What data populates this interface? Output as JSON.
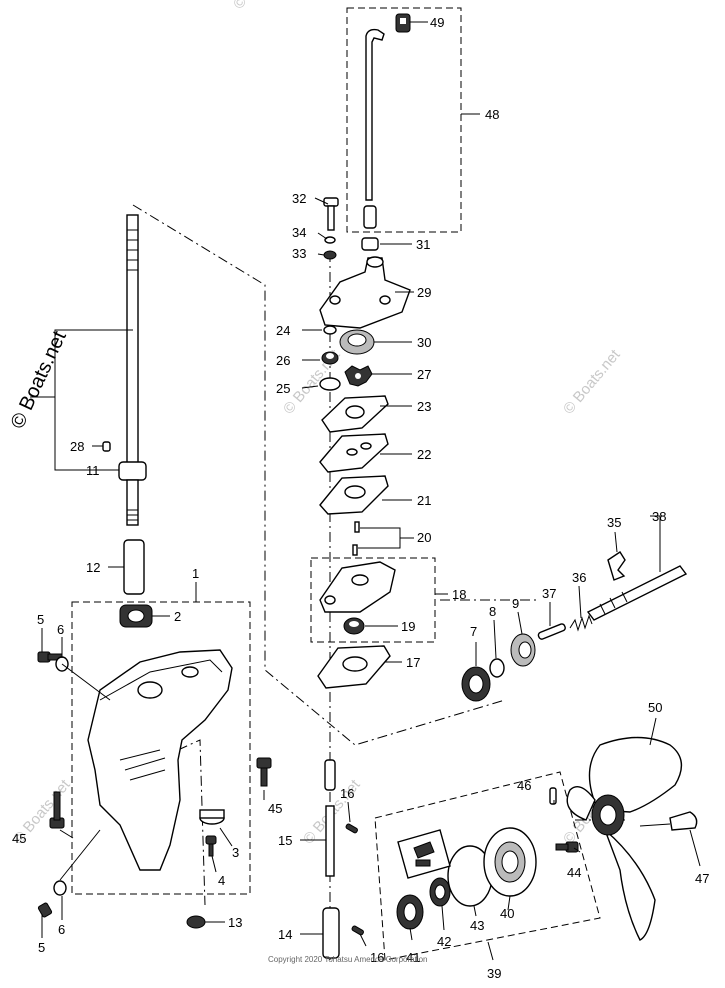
{
  "diagram": {
    "watermark": "© Boats.net",
    "copyright": "Copyright 2020 Tohatsu America Corporation",
    "callouts": {
      "c1": "1",
      "c2": "2",
      "c3": "3",
      "c4": "4",
      "c5a": "5",
      "c5b": "5",
      "c6a": "6",
      "c6b": "6",
      "c7": "7",
      "c8": "8",
      "c9": "9",
      "c11": "11",
      "c12": "12",
      "c13": "13",
      "c14": "14",
      "c15": "15",
      "c16a": "16",
      "c16b": "16",
      "c17": "17",
      "c18": "18",
      "c19": "19",
      "c20": "20",
      "c21": "21",
      "c22": "22",
      "c23": "23",
      "c24": "24",
      "c25": "25",
      "c26": "26",
      "c27": "27",
      "c28": "28",
      "c29": "29",
      "c30": "30",
      "c31": "31",
      "c32": "32",
      "c33": "33",
      "c34": "34",
      "c35": "35",
      "c36": "36",
      "c37": "37",
      "c38": "38",
      "c39": "39",
      "c40": "40",
      "c41": "41",
      "c42": "42",
      "c43": "43",
      "c44": "44",
      "c45a": "45",
      "c45b": "45",
      "c46": "46",
      "c47": "47",
      "c48": "48",
      "c49": "49",
      "c50": "50"
    }
  }
}
